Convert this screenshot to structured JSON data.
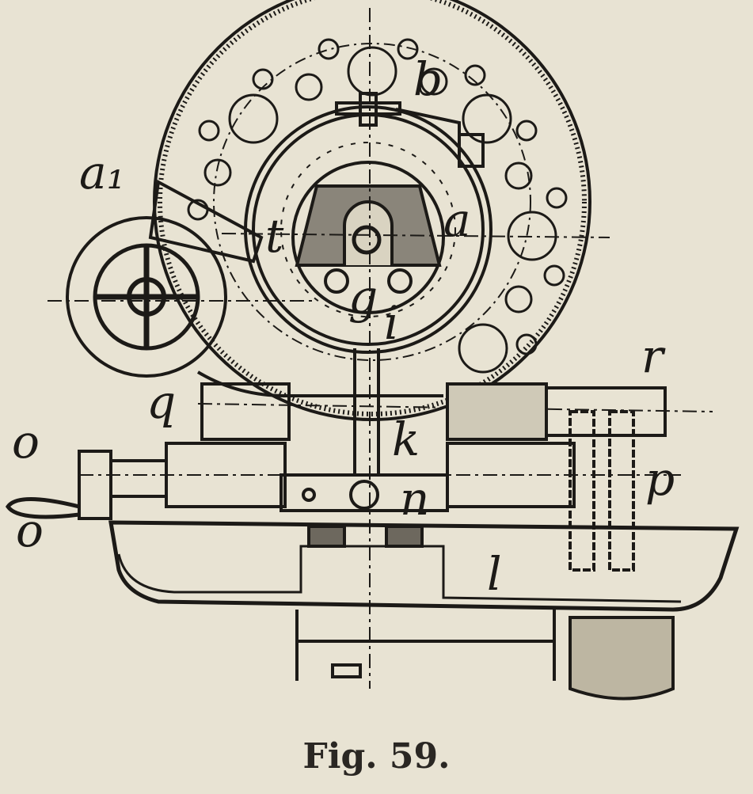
{
  "figure": {
    "caption": "Fig. 59.",
    "labels": {
      "b": "b",
      "a1": "a₁",
      "t": "t",
      "a": "a",
      "g": "g",
      "i": "i",
      "r": "r",
      "q": "q",
      "k": "k",
      "o_top": "o",
      "o_bottom": "o",
      "n": "n",
      "p": "p",
      "l": "l"
    },
    "colors": {
      "paper": "#e8e3d3",
      "ink": "#1c1a17"
    }
  }
}
